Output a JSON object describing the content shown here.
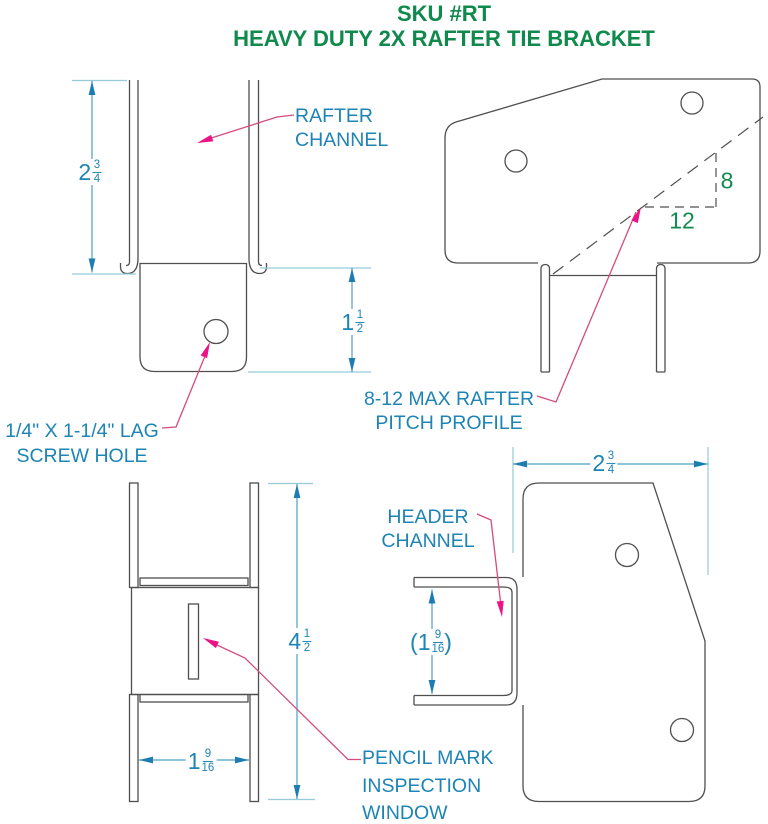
{
  "title": {
    "line1": "SKU #RT",
    "line2": "HEAVY DUTY 2X RAFTER TIE BRACKET"
  },
  "labels": {
    "rafter_channel": {
      "line1": "RAFTER",
      "line2": "CHANNEL"
    },
    "lag_screw_hole": {
      "line1": "1/4\" X 1-1/4\" LAG",
      "line2": "SCREW HOLE"
    },
    "pitch_profile": {
      "line1": "8-12 MAX RAFTER",
      "line2": "PITCH PROFILE"
    },
    "header_channel": {
      "line1": "HEADER",
      "line2": "CHANNEL"
    },
    "pencil_mark": {
      "line1": "PENCIL MARK",
      "line2": "INSPECTION",
      "line3": "WINDOW"
    }
  },
  "dimensions": {
    "rafter_channel_depth": {
      "whole": "2",
      "num": "3",
      "den": "4"
    },
    "lower_body_height": {
      "whole": "1",
      "num": "1",
      "den": "2"
    },
    "overall_height": {
      "whole": "4",
      "num": "1",
      "den": "2"
    },
    "channel_inner_width": {
      "whole": "1",
      "num": "9",
      "den": "16"
    },
    "header_opening": {
      "prefix": "(",
      "whole": "1",
      "num": "9",
      "den": "16",
      "suffix": ")"
    },
    "plate_depth": {
      "whole": "2",
      "num": "3",
      "den": "4"
    }
  },
  "pitch": {
    "rise": "8",
    "run": "12"
  },
  "colors": {
    "title_green": "#0f8a4c",
    "pitch_green": "#128a4e",
    "label_teal": "#1d84b5",
    "dimension_line_blue": "#4aa0c4",
    "extension_line_teal": "#96ccd9",
    "dimension_arrow_blue": "#1d7db2",
    "leader_pink_line": "#d34b80",
    "leader_pink_arrow": "#eb1486",
    "drawing_line_gray": "#4f4f4f",
    "background": "#ffffff"
  }
}
